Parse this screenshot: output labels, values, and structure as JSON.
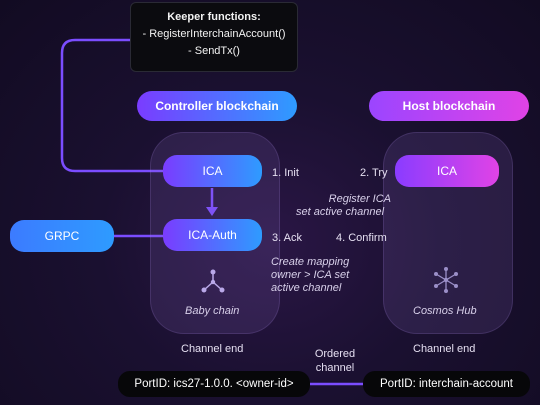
{
  "keeper": {
    "title": "Keeper functions:",
    "items": [
      "- RegisterInterchainAccount()",
      "- SendTx()"
    ]
  },
  "controller_label": "Controller blockchain",
  "host_label": "Host blockchain",
  "left_chain": {
    "ica": "ICA",
    "ica_auth": "ICA-Auth",
    "name": "Baby chain",
    "channel_end": "Channel end"
  },
  "right_chain": {
    "ica": "ICA",
    "name": "Cosmos Hub",
    "channel_end": "Channel end"
  },
  "grpc": "GRPC",
  "steps": {
    "init": "1. Init",
    "try": "2. Try",
    "ack": "3. Ack",
    "confirm": "4. Confirm"
  },
  "notes": {
    "register_line1": "Register ICA",
    "register_line2": "set active channel",
    "mapping_line1": "Create mapping",
    "mapping_line2": "owner > ICA set",
    "mapping_line3": "active channel"
  },
  "ordered_channel_line1": "Ordered",
  "ordered_channel_line2": "channel",
  "ports": {
    "left": "PortID: ics27-1.0.0. <owner-id>",
    "right": "PortID: interchain-account"
  },
  "colors": {
    "controller_gradient": [
      "#7a3cff",
      "#2e9bff"
    ],
    "host_gradient": [
      "#9b45ff",
      "#e043e6"
    ],
    "connector": "#7b4dff"
  }
}
